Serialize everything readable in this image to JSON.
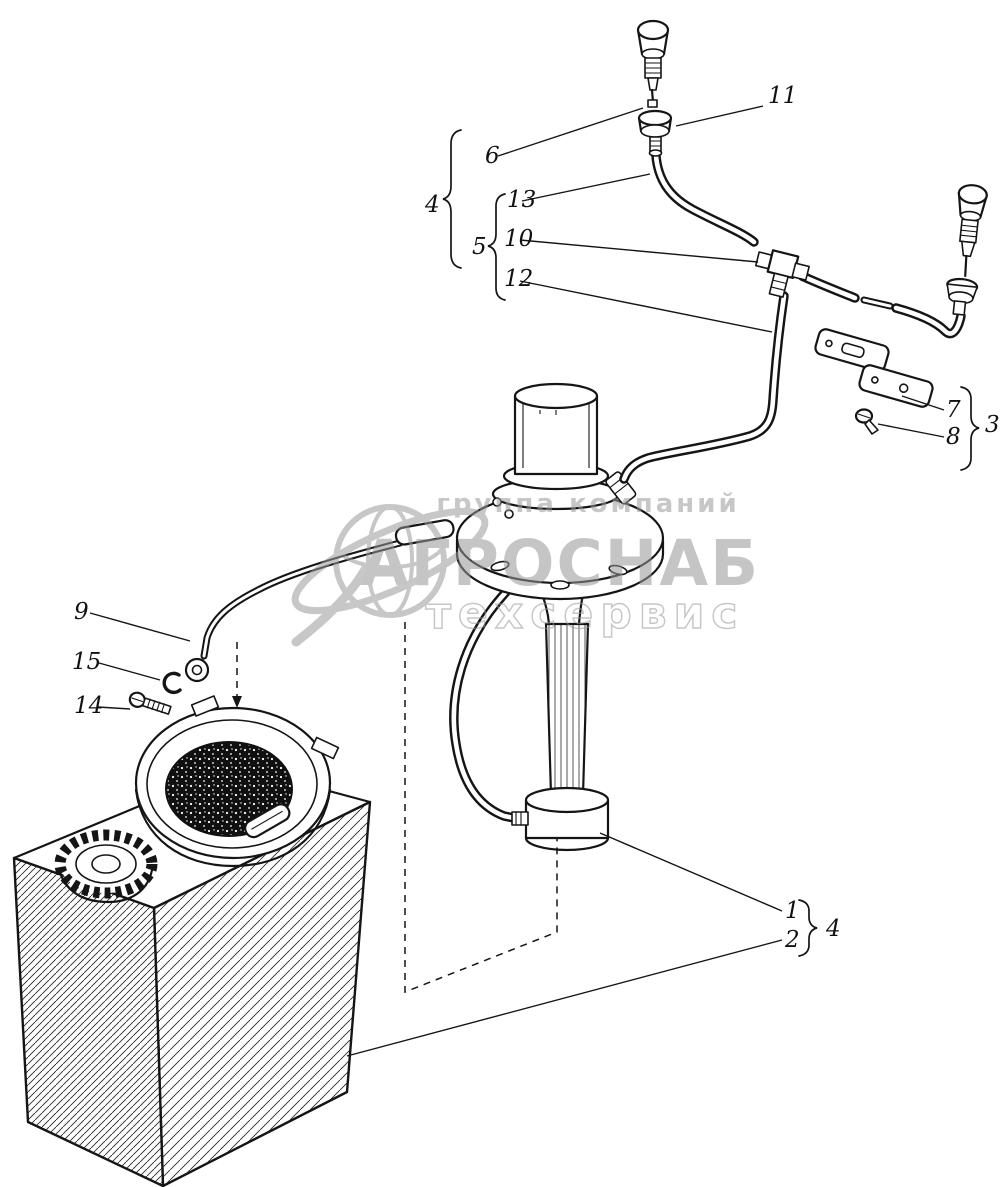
{
  "diagram": {
    "title": "windshield-washer-parts-diagram",
    "callouts": {
      "n1": "1",
      "n2": "2",
      "n3": "3",
      "n4_top": "4",
      "n4_bottom": "4",
      "n5": "5",
      "n6": "6",
      "n7": "7",
      "n8": "8",
      "n9": "9",
      "n10": "10",
      "n11": "11",
      "n12": "12",
      "n13": "13",
      "n14": "14",
      "n15": "15"
    },
    "watermark": {
      "top": "группа компаний",
      "main": "АГРОСНАБ",
      "bottom": "техсервис"
    },
    "colors": {
      "line": "#151515",
      "background": "#ffffff",
      "watermark": "#9a9a9a",
      "fluid": "#101010"
    }
  }
}
